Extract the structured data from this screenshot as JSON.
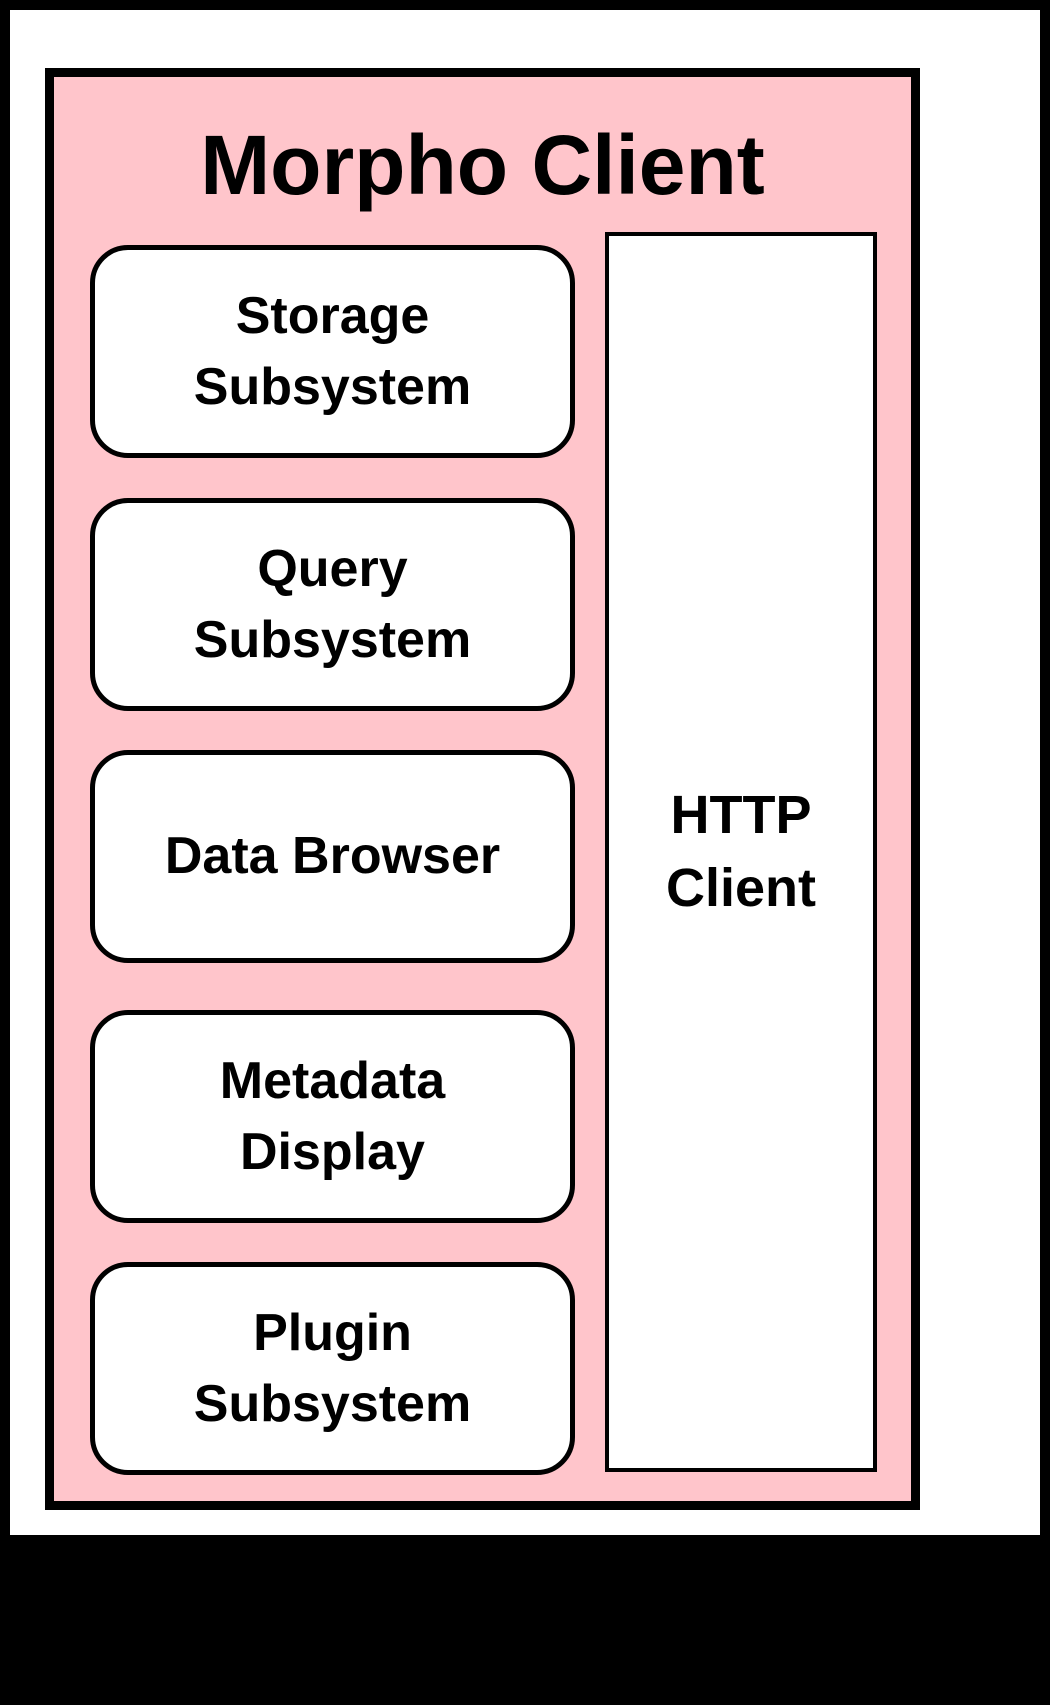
{
  "diagram": {
    "title": "Morpho Client",
    "colors": {
      "container_fill": "#ffc5cb",
      "box_fill": "#ffffff",
      "border": "#000000",
      "page_background": "#ffffff",
      "outer_frame": "#000000"
    },
    "subsystems": [
      {
        "label": "Storage Subsystem"
      },
      {
        "label": "Query Subsystem"
      },
      {
        "label": "Data Browser"
      },
      {
        "label": "Metadata Display"
      },
      {
        "label": "Plugin Subsystem"
      }
    ],
    "http_client": {
      "label": "HTTP Client"
    }
  }
}
